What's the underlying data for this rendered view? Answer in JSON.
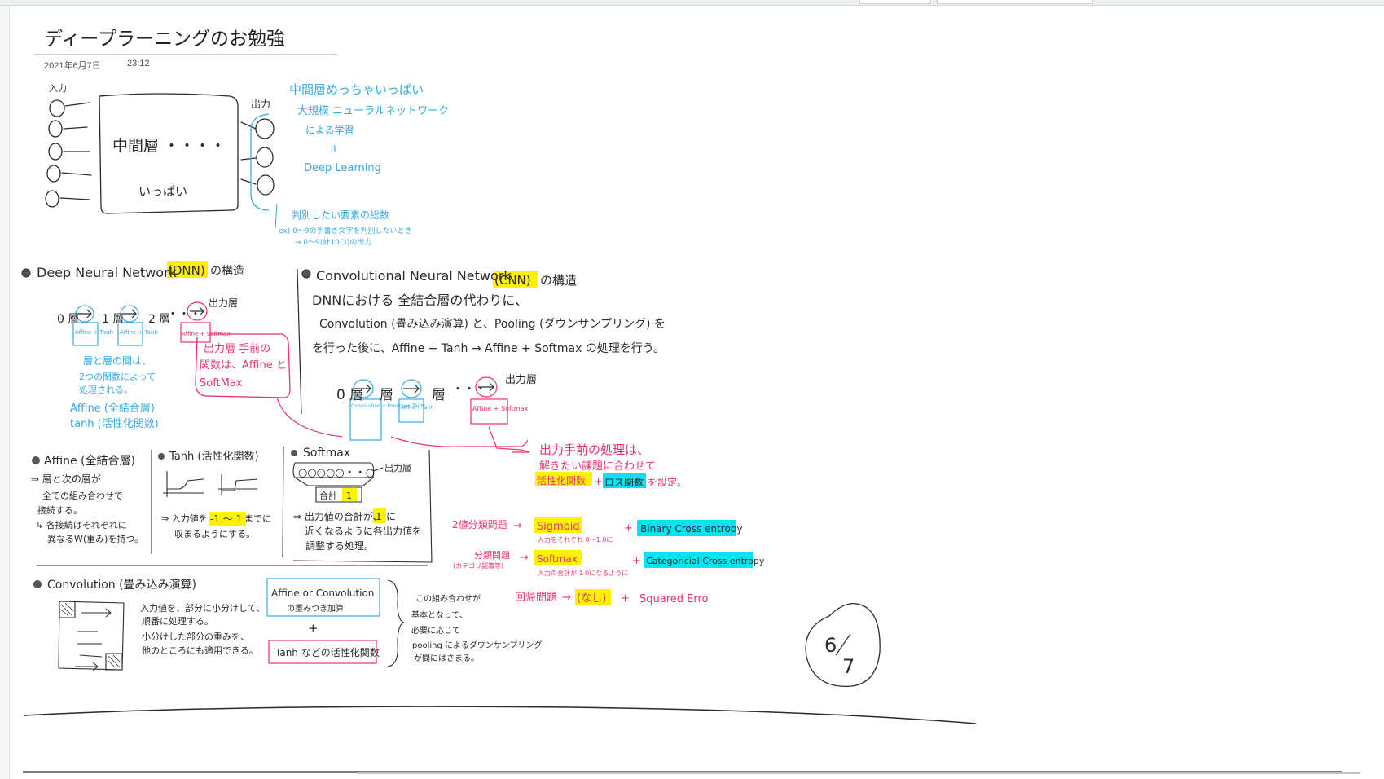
{
  "toolbar": {
    "search_field": "",
    "search_field_2": ""
  },
  "page": {
    "title": "ディープラーニングのお勉強",
    "date": "2021年6月7日",
    "time": "23:12"
  },
  "note": {
    "top": {
      "input_label": "入力",
      "output_label": "出力",
      "middle_label": "中間層 ・・・・",
      "middle_sub": "いっぱい",
      "blue_1": "中間層めっちゃいっぱい",
      "blue_2": "大規模 ニューラルネットワーク",
      "blue_3": "による学習",
      "blue_4": "II",
      "blue_5": "Deep Learning",
      "blue_6": "判別したい要素の総数",
      "blue_7": "ex) 0〜9の手書き文字を判別したいとき",
      "blue_8": "→ 0〜9(計10コ)の出力"
    },
    "dnn": {
      "heading_pre": "Deep Neural Network",
      "heading_hl": "(DNN)",
      "heading_post": "の構造",
      "layer_0": "0 層",
      "layer_1": "1 層",
      "layer_2": "2 層",
      "layer_out": "出力層",
      "affine_tanh": "Affine + Tanh",
      "affine_softmax": "Affine + Softmax",
      "dots": "・・・",
      "pink_1": "出力層 手前の",
      "pink_2": "関数は、Affine と",
      "pink_3": "SoftMax",
      "blue_1": "層と層の間は、",
      "blue_2": "2つの関数によって",
      "blue_3": "処理される。",
      "blue_4": "Affine (全結合層)",
      "blue_5": "tanh (活性化関数)"
    },
    "cnn": {
      "heading_pre": "Convolutional Neural Network",
      "heading_hl": "(CNN)",
      "heading_post": "の構造",
      "line_1": "DNNにおける 全結合層の代わりに、",
      "line_2": "Convolution (畳み込み演算) と、Pooling (ダウンサンプリング) を",
      "line_3": "を行った後に、Affine + Tanh → Affine + Softmax の処理を行う。",
      "layer_0": "0 層",
      "layer_mid": "層",
      "layer_mid2": "層",
      "layer_out": "出力層",
      "conv_pool_tanh": "Convolution + Pooling + Tanh",
      "affine_tanh": "Affine + Tanh",
      "affine_softmax": "Affine + Softmax",
      "dots": "・・・"
    },
    "affine": {
      "heading": "Affine (全結合層)",
      "line_1": "⇒ 層と次の層が",
      "line_2": "全ての組み合わせで",
      "line_3": "接続する。",
      "line_4": "↳ 各接続はそれぞれに",
      "line_5": "異なるW(重み)を持つ。"
    },
    "tanh": {
      "heading": "Tanh (活性化関数)",
      "line_1_pre": "⇒ 入力値を",
      "line_1_hl": "-1 〜 1",
      "line_1_post": "までに",
      "line_2": "収まるようにする。"
    },
    "softmax": {
      "heading": "Softmax",
      "nodes": "○○○○○・・○",
      "output_label": "出力層",
      "sum_label": "合計",
      "sum_value": "1",
      "line_1_pre": "⇒ 出力値の合計が、",
      "line_1_hl": "1",
      "line_1_post": "に",
      "line_2": "近くなるように各出力値を",
      "line_3": "調整する処理。"
    },
    "right": {
      "pink_1": "出力手前の処理は、",
      "pink_2": "解きたい課題に合わせて",
      "act_hl": "活性化関数",
      "plus": "+",
      "loss_hl": "ロス関数",
      "pink_3": "を設定。",
      "binary_label": "2値分類問題",
      "sigmoid": "Sigmoid",
      "sigmoid_note": "入力をそれぞれ 0〜1.0に",
      "binary_ce": "Binary Cross entropy",
      "cat_label": "分類問題",
      "cat_sub": "(カテゴリ認識等)",
      "softmax": "Softmax",
      "softmax_note": "入力の合計が 1.0になるように",
      "cat_ce": "Categoricial Cross entropy",
      "reg_label": "回帰問題",
      "none_hl": "(なし)",
      "squared": "Squared Erro",
      "arrow": "→"
    },
    "convolution": {
      "heading": "Convolution (畳み込み演算)",
      "line_1": "入力値を、部分に小分けして、",
      "line_2": "順番に処理する。",
      "line_3": "小分けした部分の重みを、",
      "line_4": "他のところにも適用できる。",
      "box_1a": "Affine or Convolution",
      "box_1b": "の重みつき加算",
      "box_plus": "+",
      "box_2": "Tanh などの活性化関数",
      "brace_1": "この組み合わせが",
      "brace_2": "基本となって、",
      "brace_3": "必要に応じて",
      "brace_4": "pooling によるダウンサンプリング",
      "brace_5": "が間にはさまる。"
    },
    "date_circle": {
      "month": "6",
      "day": "7"
    }
  },
  "colors": {
    "ink": "#2b2b2b",
    "blue": "#3aa8e0",
    "pink": "#e8336f",
    "yellow": "#fff200",
    "cyan": "#00e5f5"
  }
}
